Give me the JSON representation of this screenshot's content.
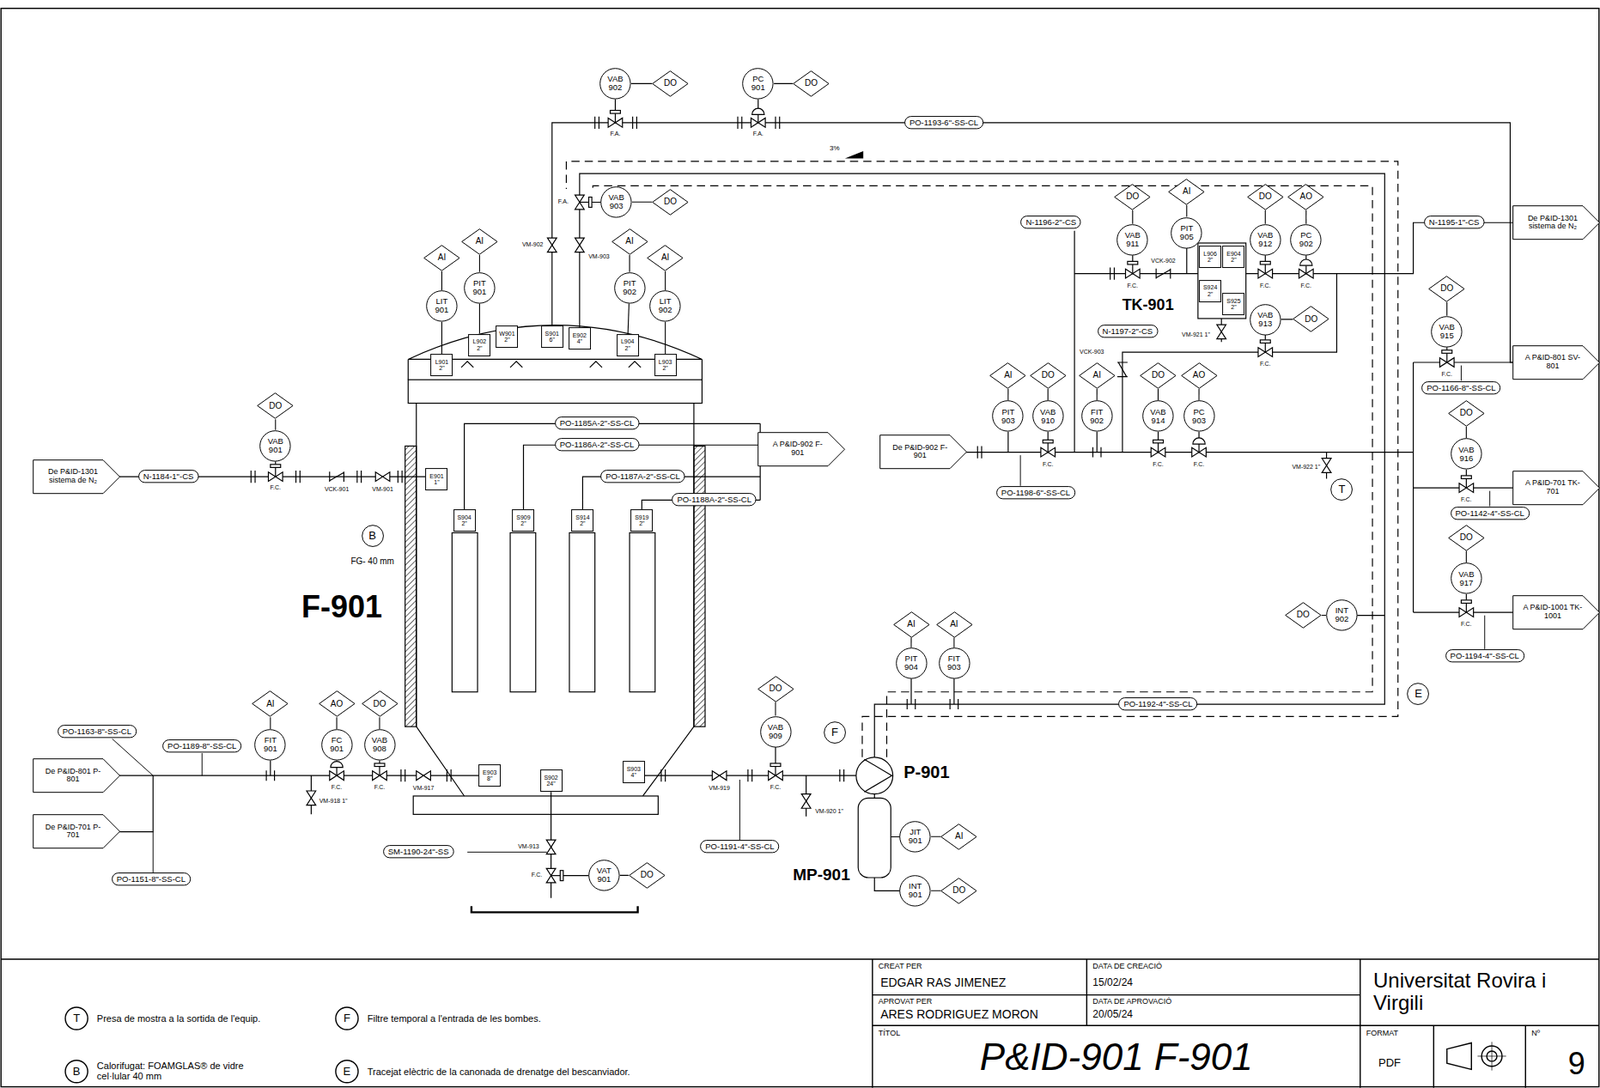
{
  "diagram": {
    "title": "P&ID-901 F-901",
    "nodes": [
      {
        "text": [
          "VAB 902"
        ]
      },
      {
        "text": [
          "DO"
        ]
      },
      {
        "text": [
          "PC 901"
        ]
      },
      {
        "text": [
          "DO"
        ]
      },
      {
        "text": [
          "PO-1193-6\"-SS-CL"
        ]
      },
      {
        "text": [
          "VAB 903"
        ]
      },
      {
        "text": [
          "DO"
        ]
      },
      {
        "text": [
          "AI"
        ]
      },
      {
        "text": [
          "LIT 901"
        ]
      },
      {
        "text": [
          "AI"
        ]
      },
      {
        "text": [
          "PIT 901"
        ]
      },
      {
        "text": [
          "AI"
        ]
      },
      {
        "text": [
          "PIT 902"
        ]
      },
      {
        "text": [
          "AI"
        ]
      },
      {
        "text": [
          "LIT 902"
        ]
      },
      {
        "text": [
          "L901 2\""
        ]
      },
      {
        "text": [
          "L902 2\""
        ]
      },
      {
        "text": [
          "W901 2\""
        ]
      },
      {
        "text": [
          "S901 6\""
        ]
      },
      {
        "text": [
          "E902 4\""
        ]
      },
      {
        "text": [
          "L904 2\""
        ]
      },
      {
        "text": [
          "L903 2\""
        ]
      },
      {
        "text": [
          "PO-1185A-2\"-SS-CL"
        ]
      },
      {
        "text": [
          "PO-1186A-2\"-SS-CL"
        ]
      },
      {
        "text": [
          "PO-1187A-2\"-SS-CL"
        ]
      },
      {
        "text": [
          "PO-1188A-2\"-SS-CL"
        ]
      },
      {
        "text": [
          "A P&ID-902 F-901"
        ]
      },
      {
        "text": [
          "S904 2\""
        ]
      },
      {
        "text": [
          "S909 2\""
        ]
      },
      {
        "text": [
          "S914 2\""
        ]
      },
      {
        "text": [
          "S919 2\""
        ]
      },
      {
        "text": [
          "De P&ID-1301 sistema de N₂"
        ]
      },
      {
        "text": [
          "N-1184-1\"-CS"
        ]
      },
      {
        "text": [
          "DO"
        ]
      },
      {
        "text": [
          "VAB 901"
        ]
      },
      {
        "text": [
          "E901 1\""
        ]
      },
      {
        "text": [
          "B"
        ]
      },
      {
        "text": [
          "PO-1163-8\"-SS-CL"
        ]
      },
      {
        "text": [
          "PO-1189-8\"-SS-CL"
        ]
      },
      {
        "text": [
          "De P&ID-801 P-801"
        ]
      },
      {
        "text": [
          "De P&ID-701 P-701"
        ]
      },
      {
        "text": [
          "PO-1151-8\"-SS-CL"
        ]
      },
      {
        "text": [
          "AI"
        ]
      },
      {
        "text": [
          "FIT 901"
        ]
      },
      {
        "text": [
          "AO"
        ]
      },
      {
        "text": [
          "FC 901"
        ]
      },
      {
        "text": [
          "DO"
        ]
      },
      {
        "text": [
          "VAB 908"
        ]
      },
      {
        "text": [
          "E903 8\""
        ]
      },
      {
        "text": [
          "S902 24\""
        ]
      },
      {
        "text": [
          "S903 4\""
        ]
      },
      {
        "text": [
          "SM-1190-24\"-SS"
        ]
      },
      {
        "text": [
          "VAT 901"
        ]
      },
      {
        "text": [
          "DO"
        ]
      },
      {
        "text": [
          "DO"
        ]
      },
      {
        "text": [
          "VAB 909"
        ]
      },
      {
        "text": [
          "PO-1191-4\"-SS-CL"
        ]
      },
      {
        "text": [
          "F"
        ]
      },
      {
        "text": [
          "AI"
        ]
      },
      {
        "text": [
          "PIT 904"
        ]
      },
      {
        "text": [
          "AI"
        ]
      },
      {
        "text": [
          "FIT 903"
        ]
      },
      {
        "text": [
          "PO-1192-4\"-SS-CL"
        ]
      },
      {
        "text": [
          "JIT 901"
        ]
      },
      {
        "text": [
          "AI"
        ]
      },
      {
        "text": [
          "INT 901"
        ]
      },
      {
        "text": [
          "DO"
        ]
      },
      {
        "text": [
          "N-1196-2\"-CS"
        ]
      },
      {
        "text": [
          "DO"
        ]
      },
      {
        "text": [
          "VAB 911"
        ]
      },
      {
        "text": [
          "AI"
        ]
      },
      {
        "text": [
          "PIT 905"
        ]
      },
      {
        "text": [
          "DO"
        ]
      },
      {
        "text": [
          "VAB 912"
        ]
      },
      {
        "text": [
          "AO"
        ]
      },
      {
        "text": [
          "PC 902"
        ]
      },
      {
        "text": [
          "L906 2\""
        ]
      },
      {
        "text": [
          "E904 2\""
        ]
      },
      {
        "text": [
          "S924 2\""
        ]
      },
      {
        "text": [
          "S925 2\""
        ]
      },
      {
        "text": [
          "N-1197-2\"-CS"
        ]
      },
      {
        "text": [
          "VAB 913"
        ]
      },
      {
        "text": [
          "DO"
        ]
      },
      {
        "text": [
          "N-1195-1\"-CS"
        ]
      },
      {
        "text": [
          "De P&ID-1301 sistema de N₂"
        ]
      },
      {
        "text": [
          "DO"
        ]
      },
      {
        "text": [
          "VAB 915"
        ]
      },
      {
        "text": [
          "A P&ID-801 SV-801"
        ]
      },
      {
        "text": [
          "PO-1166-8\"-SS-CL"
        ]
      },
      {
        "text": [
          "De P&ID-902 F-901"
        ]
      },
      {
        "text": [
          "AI"
        ]
      },
      {
        "text": [
          "PIT 903"
        ]
      },
      {
        "text": [
          "DO"
        ]
      },
      {
        "text": [
          "VAB 910"
        ]
      },
      {
        "text": [
          "AI"
        ]
      },
      {
        "text": [
          "FIT 902"
        ]
      },
      {
        "text": [
          "DO"
        ]
      },
      {
        "text": [
          "VAB 914"
        ]
      },
      {
        "text": [
          "AO"
        ]
      },
      {
        "text": [
          "PC 903"
        ]
      },
      {
        "text": [
          "PO-1198-6\"-SS-CL"
        ]
      },
      {
        "text": [
          "T"
        ]
      },
      {
        "text": [
          "DO"
        ]
      },
      {
        "text": [
          "VAB 916"
        ]
      },
      {
        "text": [
          "A P&ID-701 TK-701"
        ]
      },
      {
        "text": [
          "PO-1142-4\"-SS-CL"
        ]
      },
      {
        "text": [
          "DO"
        ]
      },
      {
        "text": [
          "VAB 917"
        ]
      },
      {
        "text": [
          "A P&ID-1001 TK-1001"
        ]
      },
      {
        "text": [
          "PO-1194-4\"-SS-CL"
        ]
      },
      {
        "text": [
          "DO"
        ]
      },
      {
        "text": [
          "INT 902"
        ]
      },
      {
        "text": [
          "E"
        ]
      }
    ],
    "edges": [
      {
        "from": 0,
        "to": 1,
        "arrow": "none"
      },
      {
        "from": 2,
        "to": 3,
        "arrow": "none"
      },
      {
        "from": 5,
        "to": 6,
        "arrow": "none"
      },
      {
        "from": 7,
        "to": 8,
        "arrow": "none"
      },
      {
        "from": 9,
        "to": 10,
        "arrow": "none"
      },
      {
        "from": 11,
        "to": 12,
        "arrow": "none"
      },
      {
        "from": 13,
        "to": 14,
        "arrow": "none"
      },
      {
        "from": 8,
        "to": 15,
        "arrow": "none"
      },
      {
        "from": 10,
        "to": 16,
        "arrow": "none"
      },
      {
        "from": 12,
        "to": 20,
        "arrow": "none"
      },
      {
        "from": 14,
        "to": 21,
        "arrow": "none"
      },
      {
        "from": 33,
        "to": 34,
        "arrow": "none"
      },
      {
        "from": 42,
        "to": 43,
        "arrow": "none"
      },
      {
        "from": 44,
        "to": 45,
        "arrow": "none"
      },
      {
        "from": 46,
        "to": 47,
        "arrow": "none"
      },
      {
        "from": 52,
        "to": 53,
        "arrow": "none"
      },
      {
        "from": 54,
        "to": 55,
        "arrow": "none"
      },
      {
        "from": 58,
        "to": 59,
        "arrow": "none"
      },
      {
        "from": 60,
        "to": 61,
        "arrow": "none"
      },
      {
        "from": 63,
        "to": 64,
        "arrow": "none"
      },
      {
        "from": 65,
        "to": 66,
        "arrow": "none"
      },
      {
        "from": 68,
        "to": 69,
        "arrow": "none"
      },
      {
        "from": 70,
        "to": 71,
        "arrow": "none"
      },
      {
        "from": 72,
        "to": 73,
        "arrow": "none"
      },
      {
        "from": 74,
        "to": 75,
        "arrow": "none"
      },
      {
        "from": 81,
        "to": 82,
        "arrow": "none"
      },
      {
        "from": 85,
        "to": 86,
        "arrow": "none"
      },
      {
        "from": 90,
        "to": 91,
        "arrow": "none"
      },
      {
        "from": 92,
        "to": 93,
        "arrow": "none"
      },
      {
        "from": 94,
        "to": 95,
        "arrow": "none"
      },
      {
        "from": 96,
        "to": 97,
        "arrow": "none"
      },
      {
        "from": 98,
        "to": 99,
        "arrow": "none"
      },
      {
        "from": 102,
        "to": 103,
        "arrow": "none"
      },
      {
        "from": 106,
        "to": 107,
        "arrow": "none"
      },
      {
        "from": 110,
        "to": 111,
        "arrow": "none"
      }
    ],
    "labels": [
      "F-901",
      "P-901",
      "MP-901",
      "TK-901",
      "FG- 40 mm",
      "3%",
      "VCK-901",
      "VM-901",
      "VM-902",
      "VM-903",
      "VM-918 1\"",
      "VM-917",
      "VM-913",
      "VM-919",
      "VM-920 1\"",
      "VCK-902",
      "VM-921 1\"",
      "VCK-903",
      "VM-922 1\"",
      "F.A.",
      "F.A.",
      "F.A.",
      "F.C.",
      "F.C.",
      "F.C.",
      "F.C.",
      "F.C.",
      "F.C.",
      "F.C.",
      "F.C.",
      "F.C.",
      "F.C.",
      "F.C.",
      "F.C.",
      "F.C.",
      "F.C.",
      "F.C.",
      "T",
      "B",
      "F",
      "E",
      "CREAT PER",
      "EDGAR RAS JIMENEZ",
      "DATA DE CREACIÓ",
      "15/02/24",
      "APROVAT PER",
      "ARES RODRIGUEZ MORON",
      "DATA DE APROVACIÓ",
      "20/05/24",
      "TÍTOL",
      "Universitat Rovira i Virgili",
      "FORMAT",
      "PDF",
      "Nº",
      "9"
    ],
    "legend": [
      {
        "text": "Presa de mostra a la sortida de l'equip."
      },
      {
        "text": "Calorifugat: FOAMGLAS® de vidre cel·lular 40 mm"
      },
      {
        "text": "Filtre temporal a l'entrada de les bombes."
      },
      {
        "text": "Tracejat elèctric de la canonada de drenatge del bescanviador."
      }
    ]
  }
}
